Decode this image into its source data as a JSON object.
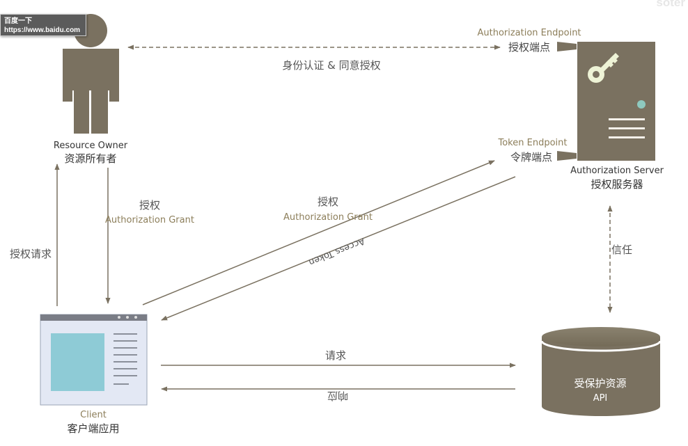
{
  "tooltip": {
    "line1": "百度一下",
    "line2": "https://www.baidu.com"
  },
  "watermark": "soter",
  "nodes": {
    "resource_owner": {
      "en": "Resource Owner",
      "zh": "资源所有者"
    },
    "authorization_server": {
      "en": "Authorization Server",
      "zh": "授权服务器"
    },
    "client": {
      "en": "Client",
      "zh": "客户端应用"
    },
    "protected_resource": {
      "zh": "受保护资源",
      "en": "API"
    }
  },
  "endpoints": {
    "authorization": {
      "en": "Authorization Endpoint",
      "zh": "授权端点"
    },
    "token": {
      "en": "Token Endpoint",
      "zh": "令牌端点"
    }
  },
  "edges": {
    "auth_consent": "身份认证 & 同意授权",
    "auth_request": "授权请求",
    "grant_left": {
      "zh": "授权",
      "en": "Authorization Grant"
    },
    "grant_mid": {
      "zh": "授权",
      "en": "Authorization Grant"
    },
    "access_token": "Access Token",
    "trust": "信任",
    "request": "请求",
    "response": "响应"
  },
  "colors": {
    "primary": "#7a7160",
    "label_en": "#8c7e5a",
    "text_dark": "#333333",
    "text_mid": "#555555",
    "key": "#eef3d6",
    "led": "#8ec9bf",
    "window_frame": "#e3e8f4",
    "window_screen": "#8ecbd6"
  }
}
